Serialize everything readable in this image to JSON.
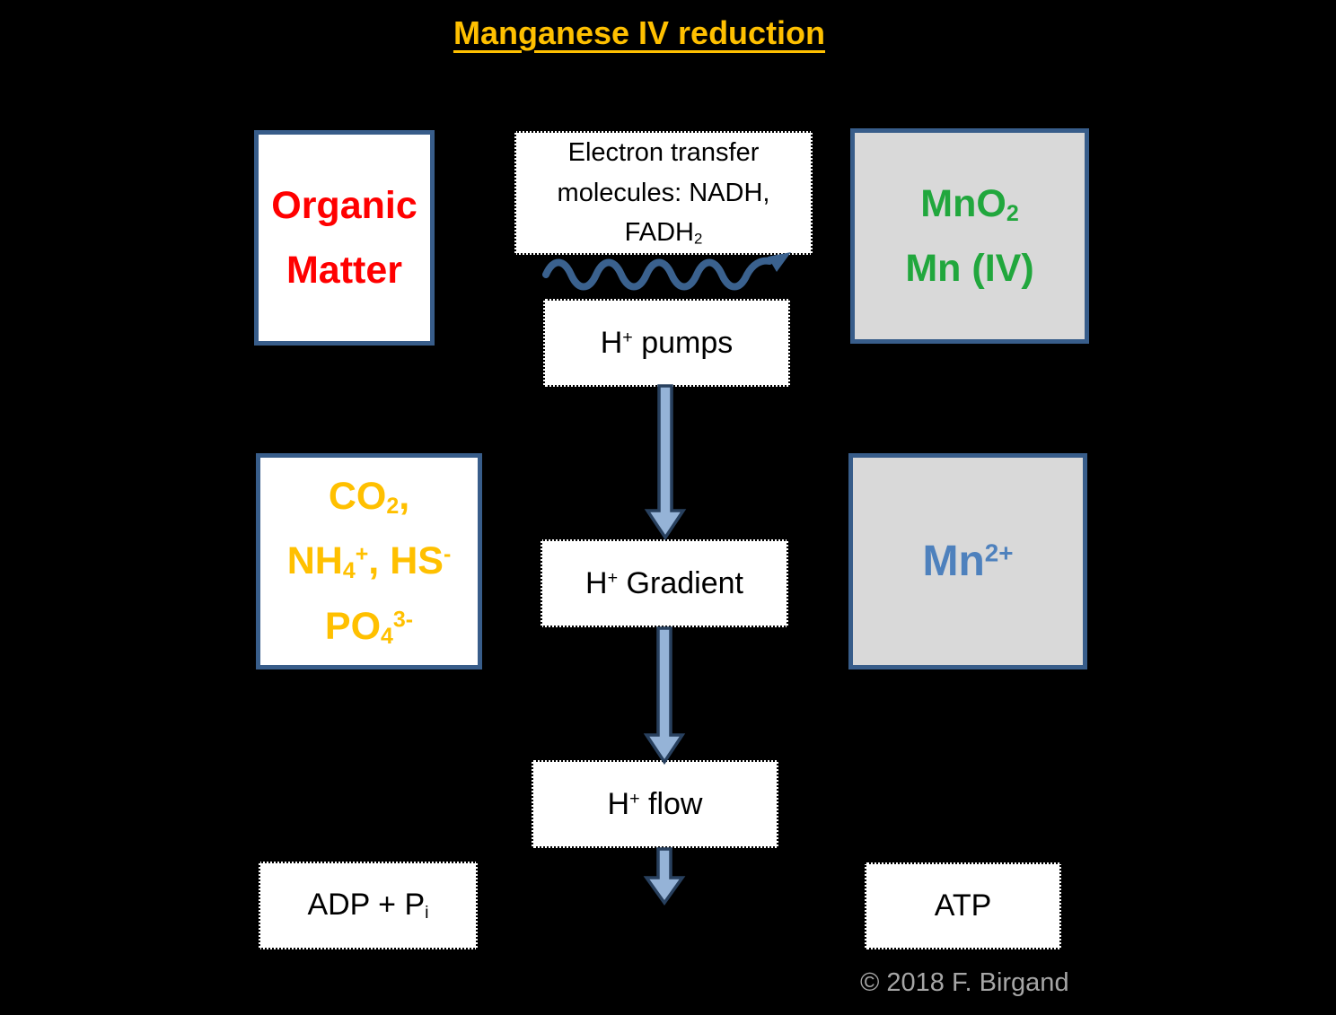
{
  "title": "Manganese IV reduction",
  "copyright": "© 2018 F. Birgand",
  "colors": {
    "background": "#000000",
    "title_text": "#FFC000",
    "solid_box_border": "#385D8A",
    "gray_box_fill": "#D9D9D9",
    "organic_matter_text": "#FF0000",
    "mno2_text": "#21A73D",
    "products_text": "#FFC000",
    "mn2_text": "#4E81BD",
    "block_arrow_fill": "#95B3D7",
    "block_arrow_outline": "#28405E",
    "wavy_arrow": "#3A618E",
    "copyright_text": "#A6A6A6"
  },
  "boxes": {
    "organic_matter": {
      "line1": "Organic",
      "line2": "Matter"
    },
    "electron_transfer": {
      "line1": "Electron transfer",
      "line2": "molecules: NADH,",
      "line3_base": "FADH",
      "line3_sub": "2"
    },
    "mno2": {
      "line1_base": "MnO",
      "line1_sub": "2",
      "line2": "Mn (IV)"
    },
    "h_pumps": {
      "base": "H",
      "sup": "+",
      "tail": " pumps"
    },
    "products": {
      "line1_base": "CO",
      "line1_sub": "2",
      "line1_tail": ",",
      "line2_base": "NH",
      "line2_sub": "4",
      "line2_sup": "+",
      "line2_mid": ", HS",
      "line2_sup2": "-",
      "line3_base": "PO",
      "line3_sub": "4",
      "line3_sup": "3-"
    },
    "h_gradient": {
      "base": "H",
      "sup": "+",
      "tail": " Gradient"
    },
    "mn2": {
      "base": "Mn",
      "sup": "2+"
    },
    "h_flow": {
      "base": "H",
      "sup": "+",
      "tail": " flow"
    },
    "adp": {
      "base": "ADP + P",
      "sub": "i"
    },
    "atp": {
      "label": "ATP"
    }
  }
}
